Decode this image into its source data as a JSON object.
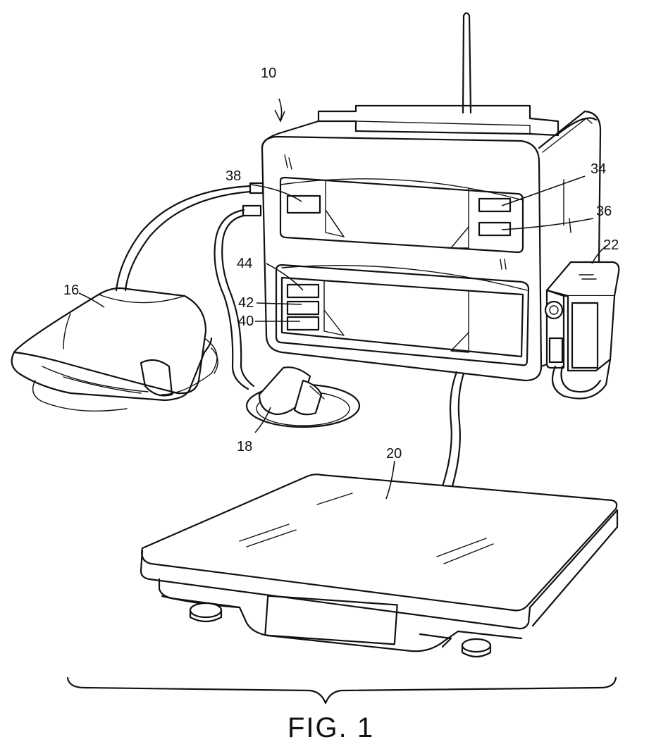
{
  "figure": {
    "caption": "FIG. 1"
  },
  "reference_numerals": {
    "monitor": "10",
    "bp_cuff": "16",
    "spo2_probe": "18",
    "scale": "20",
    "thermometer": "22",
    "button_34": "34",
    "button_36": "36",
    "button_38": "38",
    "button_40": "40",
    "button_42": "42",
    "button_44": "44"
  }
}
